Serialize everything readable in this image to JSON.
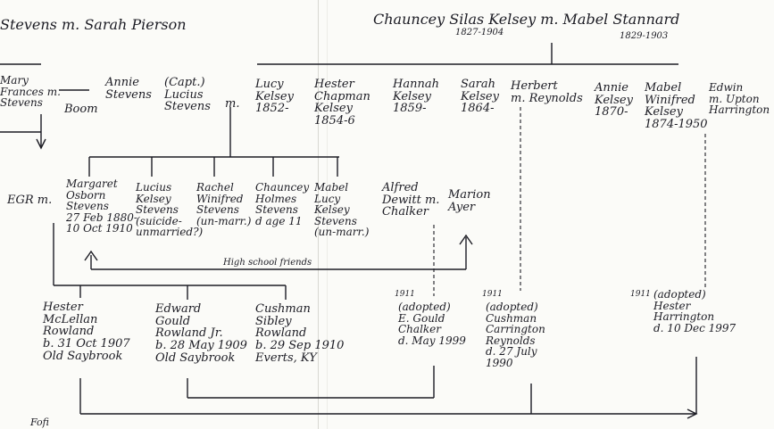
{
  "header": {
    "left_couple": "Stevens m. Sarah Pierson",
    "right_couple": "Chauncey Silas Kelsey m. Mabel Stannard",
    "chauncey_years": "1827-1904",
    "mabel_years": "1829-1903"
  },
  "stevens_children": {
    "mary": "Mary\nFrances m.\nStevens",
    "boom": "Boom",
    "annie": "Annie\nStevens",
    "lucius": "(Capt.)\nLucius\nStevens",
    "m": "m."
  },
  "kelsey_children": {
    "lucy": "Lucy\nKelsey\n1852-",
    "hester": "Hester\nChapman\nKelsey\n1854-6",
    "hannah": "Hannah\nKelsey\n1859-",
    "sarah": "Sarah\nKelsey\n1864-",
    "herbert": "Herbert\nm. Reynolds",
    "annie": "Annie\nKelsey\n1870-",
    "mabel": "Mabel\nWinifred\nKelsey\n1874-1950",
    "edwin": "Edwin\nm. Upton\nHarrington"
  },
  "generation3": {
    "egr": "EGR m.",
    "margaret": "Margaret\nOsborn\nStevens\n27 Feb 1880-\n10 Oct 1910",
    "lucius_k": "Lucius\nKelsey\nStevens\n(suicide-\nunmarried?)",
    "rachel": "Rachel\nWinifred\nStevens\n(un-marr.)",
    "chauncey_h": "Chauncey\nHolmes\nStevens\nd age 11",
    "mabel_l": "Mabel\nLucy\nKelsey\nStevens\n(un-marr.)",
    "alfred": "Alfred\nDewitt m.\nChalker",
    "marion": "Marion\nAyer",
    "friends_note": "High school friends"
  },
  "generation4": {
    "hester_m": "Hester\nMcLellan\nRowland\nb. 31 Oct 1907\nOld Saybrook",
    "edward": "Edward\nGould\nRowland Jr.\nb. 28 May 1909\nOld Saybrook",
    "cushman_s": "Cushman\nSibley\nRowland\nb. 29 Sep 1910\nEverts, KY",
    "gould_year": "1911",
    "gould": "(adopted)\nE. Gould\nChalker\nd. May 1999",
    "cushman_c_year": "1911",
    "cushman_c": "(adopted)\nCushman\nCarrington\nReynolds\nd. 27 July\n1990",
    "hester_h_year": "1911",
    "hester_h": "(adopted)\nHester\nHarrington\nd. 10 Dec 1997"
  },
  "footer": {
    "note": "Fofi"
  },
  "ink_color": "#1c1c24",
  "paper_color": "#fbfbf8"
}
